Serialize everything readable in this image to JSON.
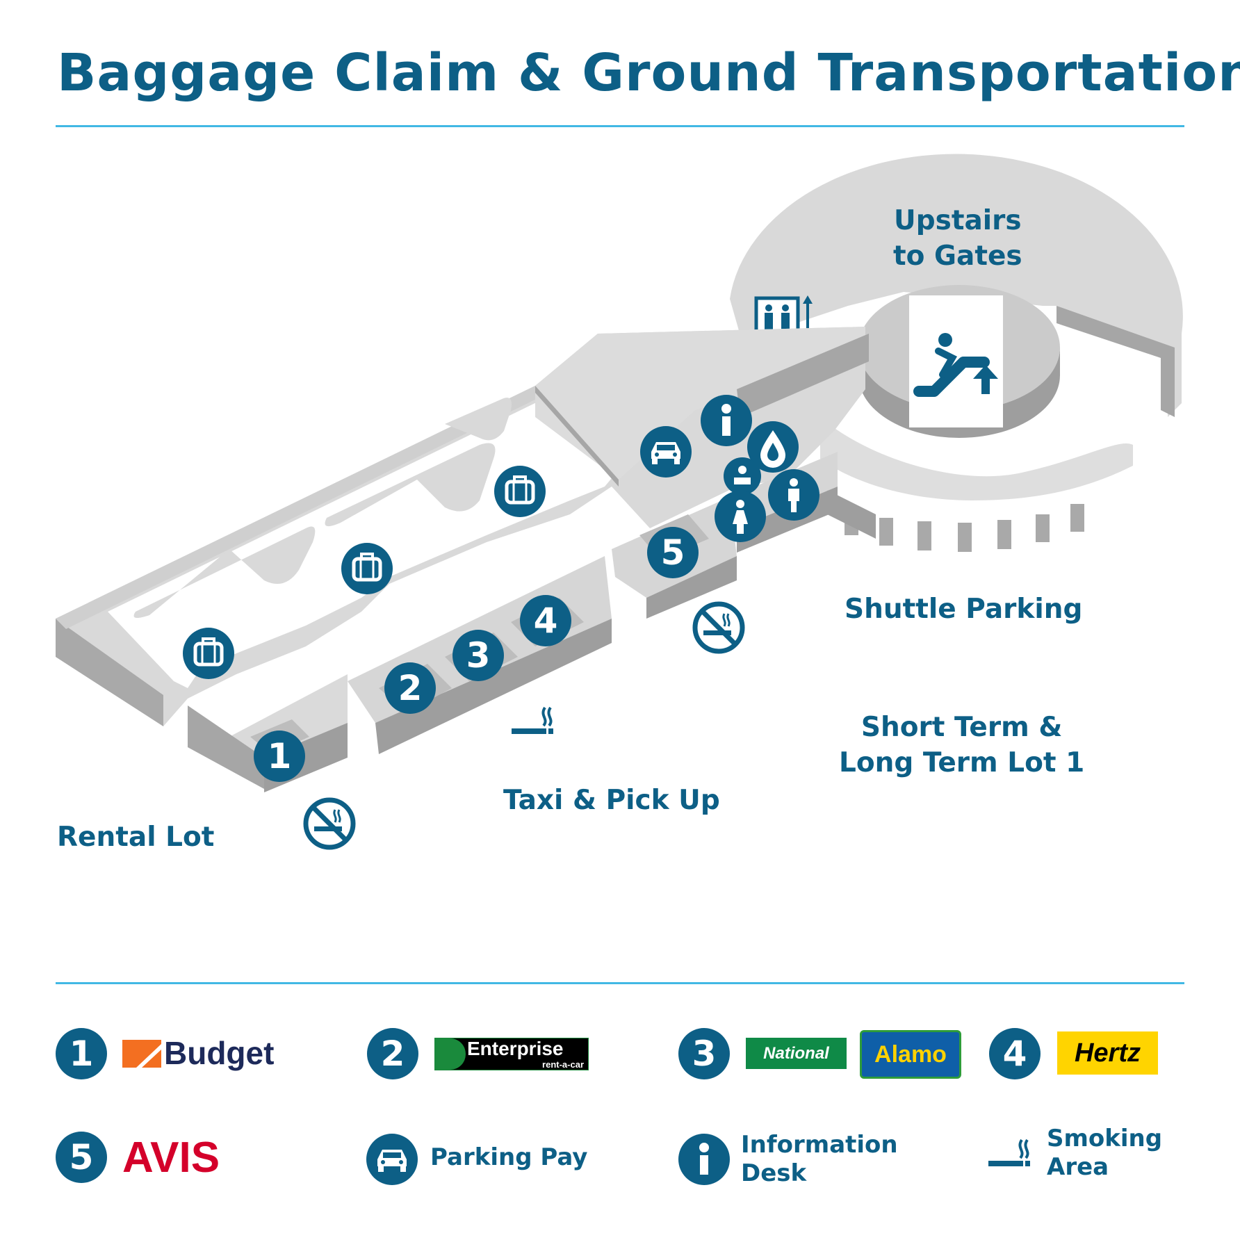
{
  "header": {
    "title": "Baggage Claim & Ground Transportation"
  },
  "map": {
    "labels": {
      "upstairs": "Upstairs\nto Gates",
      "shuttle": "Shuttle Parking",
      "short_long": "Short Term &\nLong Term Lot 1",
      "taxi": "Taxi & Pick Up",
      "rental": "Rental Lot"
    },
    "counters": [
      "1",
      "2",
      "3",
      "4",
      "5"
    ]
  },
  "legend": {
    "rentals": [
      {
        "number": "1",
        "brands": [
          "Budget"
        ]
      },
      {
        "number": "2",
        "brands": [
          "Enterprise",
          "rent-a-car"
        ]
      },
      {
        "number": "3",
        "brands": [
          "National",
          "Alamo"
        ]
      },
      {
        "number": "4",
        "brands": [
          "Hertz"
        ]
      },
      {
        "number": "5",
        "brands": [
          "AVIS"
        ]
      }
    ],
    "parking_pay": "Parking Pay",
    "information_desk": "Information\nDesk",
    "smoking_area": "Smoking\nArea"
  },
  "colors": {
    "primary": "#0d5f86",
    "rule": "#41b8e4",
    "floor": "#dadada",
    "wall": "#a9a9a9"
  }
}
